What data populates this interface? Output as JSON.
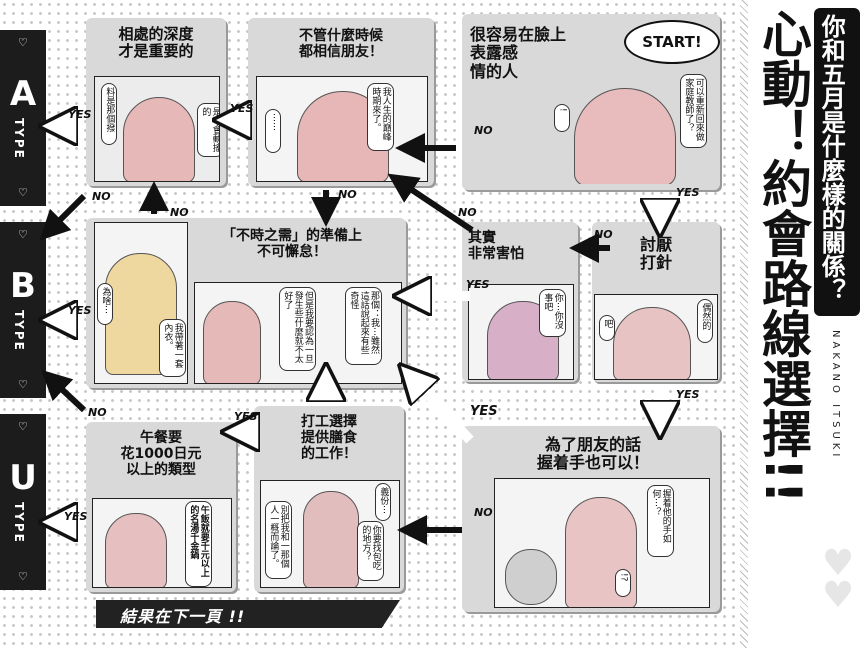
{
  "types": [
    {
      "letter": "A",
      "label": "TYPE"
    },
    {
      "letter": "B",
      "label": "TYPE"
    },
    {
      "letter": "U",
      "label": "TYPE"
    }
  ],
  "heart": "♡",
  "nodes": {
    "n1": "相處的深度\n才是重要的",
    "n2": "不管什麼時候\n都相信朋友！",
    "n3": "很容易在臉上\n表露感\n情的人",
    "n4": "「不時之需」的準備上\n不可懈怠！",
    "n5": "其實\n非常害怕",
    "n6": "討厭\n打針",
    "n7": "午餐要\n花1000日元\n以上的類型",
    "n8": "打工選擇\n提供膳食\n的工作！",
    "n9": "為了朋友的話\n握着手也可以！"
  },
  "bubbles": {
    "start": "START!",
    "b_start": "可以重新回來做家庭教師了？",
    "b_n1a": "料是那個撥",
    "b_n1b": "是不會動搖的",
    "b_n2": "我人生的巔峰時期來了。",
    "b_n2b": "⋯⋯",
    "b_n3": "!",
    "b_n4a": "那個：我⋯雖然這話說起來有些奇怪",
    "b_n4b": "但是我要認為一旦發生些什麼就不太好了",
    "b_n4c": "為啥⋯",
    "b_n4d": "我帶著一套內衣。",
    "b_n5": "你⋯你沒事吧",
    "b_n6": "偶然的",
    "b_n6b": "吧",
    "b_n7": "午飯就要千元以上的名湯千金鍋",
    "b_n8a": "義份⋯",
    "b_n8b": "你要找包吃的地方？",
    "b_n8c": "別把我和一那個人一概而論了。",
    "b_n9": "握着他的手如何⋯？",
    "b_n9b": "!?"
  },
  "edges": {
    "yes": "YES",
    "no": "NO"
  },
  "title": {
    "question": "你和五月是什麼樣的關係？",
    "main": "心動！約會路線選擇!!",
    "name": "NAKANO ITSUKI"
  },
  "footer": "結果在下一頁 !!"
}
